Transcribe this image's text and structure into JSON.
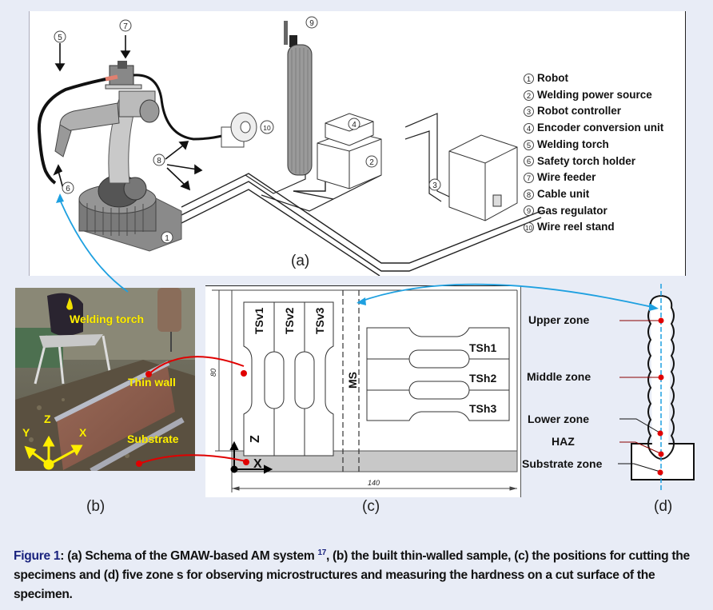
{
  "panel_a": {
    "label": "(a)",
    "callouts": [
      "1",
      "2",
      "3",
      "4",
      "5",
      "6",
      "7",
      "8",
      "9",
      "10"
    ],
    "legend": [
      {
        "num": "1",
        "text": "Robot"
      },
      {
        "num": "2",
        "text": "Welding power source"
      },
      {
        "num": "3",
        "text": "Robot controller"
      },
      {
        "num": "4",
        "text": "Encoder conversion unit"
      },
      {
        "num": "5",
        "text": "Welding torch"
      },
      {
        "num": "6",
        "text": "Safety torch holder"
      },
      {
        "num": "7",
        "text": "Wire feeder"
      },
      {
        "num": "8",
        "text": "Cable unit"
      },
      {
        "num": "9",
        "text": "Gas regulator"
      },
      {
        "num": "10",
        "text": "Wire reel stand"
      }
    ]
  },
  "panel_b": {
    "label": "(b)",
    "annotations": {
      "welding_torch": "Welding torch",
      "thin_wall": "Thin wall",
      "substrate": "Substrate",
      "axis_x": "X",
      "axis_y": "Y",
      "axis_z": "Z"
    }
  },
  "panel_c": {
    "label": "(c)",
    "vertical_specimens": [
      "TSv1",
      "TSv2",
      "TSv3"
    ],
    "horizontal_specimens": [
      "TSh1",
      "TSh2",
      "TSh3"
    ],
    "ms_label": "MS",
    "axis_z": "Z",
    "axis_x": "X",
    "dim_height": "80",
    "dim_width": "140"
  },
  "panel_d": {
    "label": "(d)",
    "zones": [
      "Upper zone",
      "Middle zone",
      "Lower zone",
      "HAZ",
      "Substrate zone"
    ]
  },
  "caption": {
    "figure_label": "Figure 1",
    "colon": ":",
    "part1": " (a) Schema of the GMAW-based AM system",
    "ref": "17",
    "part2": ", (b) the built thin-walled sample, (c) the positions for cutting the specimens and (d) five zone s for observing microstructures and measuring the hardness on a cut surface of the specimen."
  },
  "colors": {
    "background": "#e8ecf6",
    "caption_accent": "#1a237e",
    "connector_blue": "#1ea0e0",
    "marker_red": "#e00000",
    "photo_text": "#ffee00"
  }
}
